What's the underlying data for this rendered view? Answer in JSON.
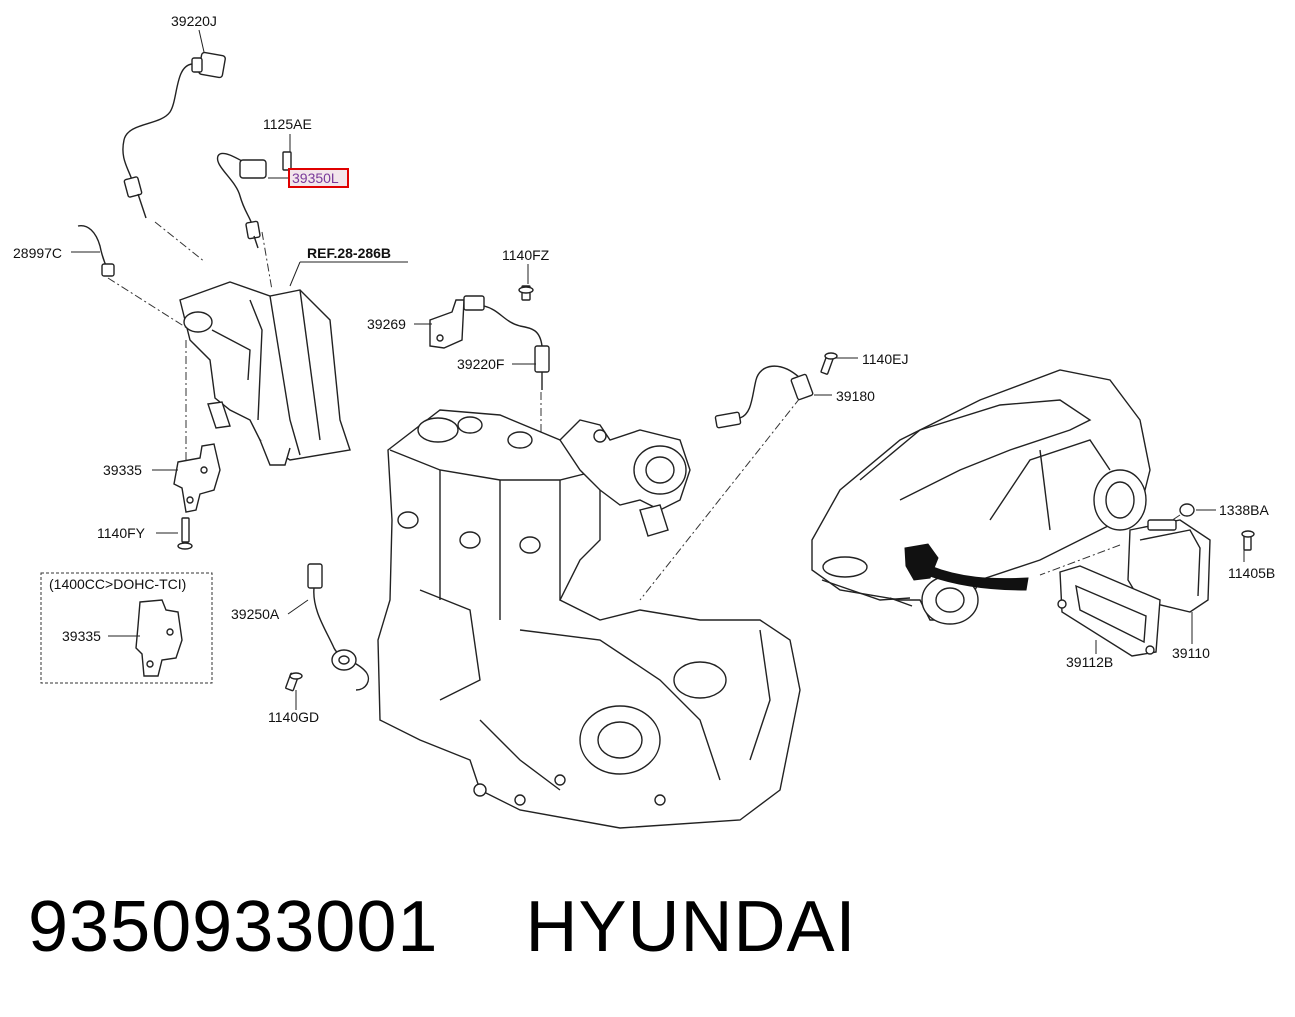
{
  "callouts": {
    "c39220J": "39220J",
    "c1125AE": "1125AE",
    "c39350L": "39350L",
    "c28997C": "28997C",
    "cref": "REF.28-286B",
    "c1140FZ": "1140FZ",
    "c39269": "39269",
    "c39220F": "39220F",
    "c1140EJ": "1140EJ",
    "c39180": "39180",
    "c39335": "39335",
    "c1140FY": "1140FY",
    "c_variant_note": "(1400CC>DOHC-TCI)",
    "c39335b": "39335",
    "c39250A": "39250A",
    "c1140GD": "1140GD",
    "c1338BA": "1338BA",
    "c11405B": "11405B",
    "c39112B": "39112B",
    "c39110": "39110"
  },
  "caption": {
    "part_number": "9350933001",
    "brand": "HYUNDAI"
  },
  "highlight_color": "#e00000"
}
